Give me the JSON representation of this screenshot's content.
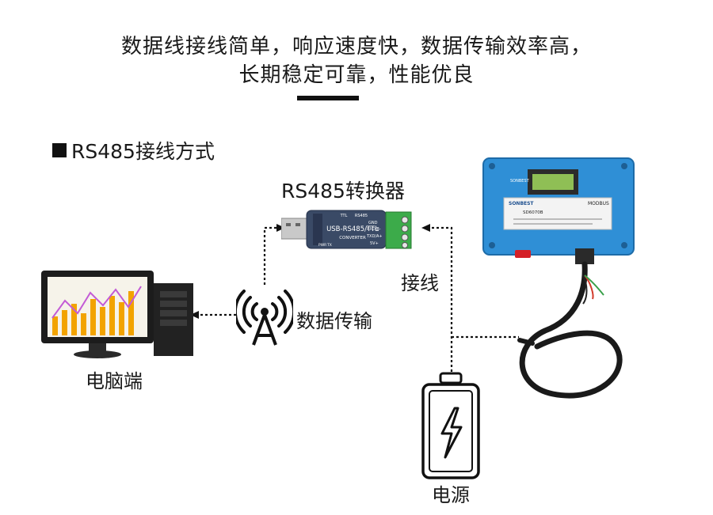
{
  "headline": {
    "line1": "数据线接线简单，响应速度快，数据传输效率高，",
    "line2": "长期稳定可靠，性能优良"
  },
  "section_title": "RS485接线方式",
  "converter": {
    "label": "RS485转换器",
    "body_text": "USB-RS485/TTL",
    "sub_text": "CONVERTER",
    "pins": [
      "GND",
      "RXD/B-",
      "TXD/A+",
      "5V+"
    ],
    "side_labels": [
      "TTL",
      "RS485"
    ],
    "led_labels": [
      "PWR",
      "TX"
    ],
    "switch_label": "RS485"
  },
  "wiring_label": "接线",
  "data_transfer_label": "数据传输",
  "pc_label": "电脑端",
  "power_label": "电源",
  "device": {
    "brand": "SONBEST",
    "protocol": "MODBUS",
    "model": "SD6070B"
  },
  "colors": {
    "device_blue": "#2f8fd6",
    "terminal_green": "#3cab4a",
    "chart_orange": "#f2a300",
    "chart_purple": "#c35bd6"
  }
}
